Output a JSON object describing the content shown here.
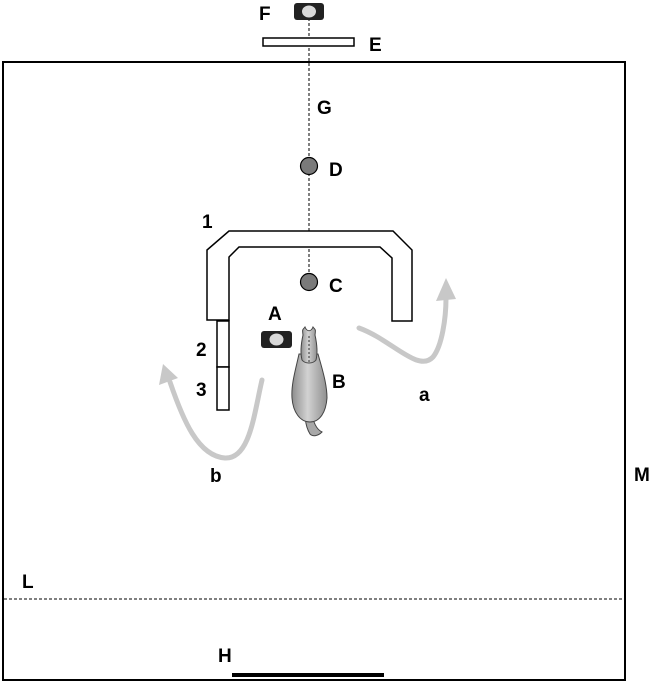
{
  "diagram": {
    "labels": {
      "F": "F",
      "E": "E",
      "G": "G",
      "D": "D",
      "C": "C",
      "A": "A",
      "B": "B",
      "one": "1",
      "two": "2",
      "three": "3",
      "a": "a",
      "b": "b",
      "M": "M",
      "L": "L",
      "H": "H"
    },
    "colors": {
      "stroke": "#000000",
      "dot_fill": "#7a7a7a",
      "arrow": "#c8c8c8",
      "dog": "#a8a8a8",
      "camera_body": "#222222",
      "camera_lens": "#d9d9d9",
      "background": "#ffffff"
    },
    "icons": {
      "camera": "camera-icon",
      "dog": "dog-icon"
    }
  }
}
